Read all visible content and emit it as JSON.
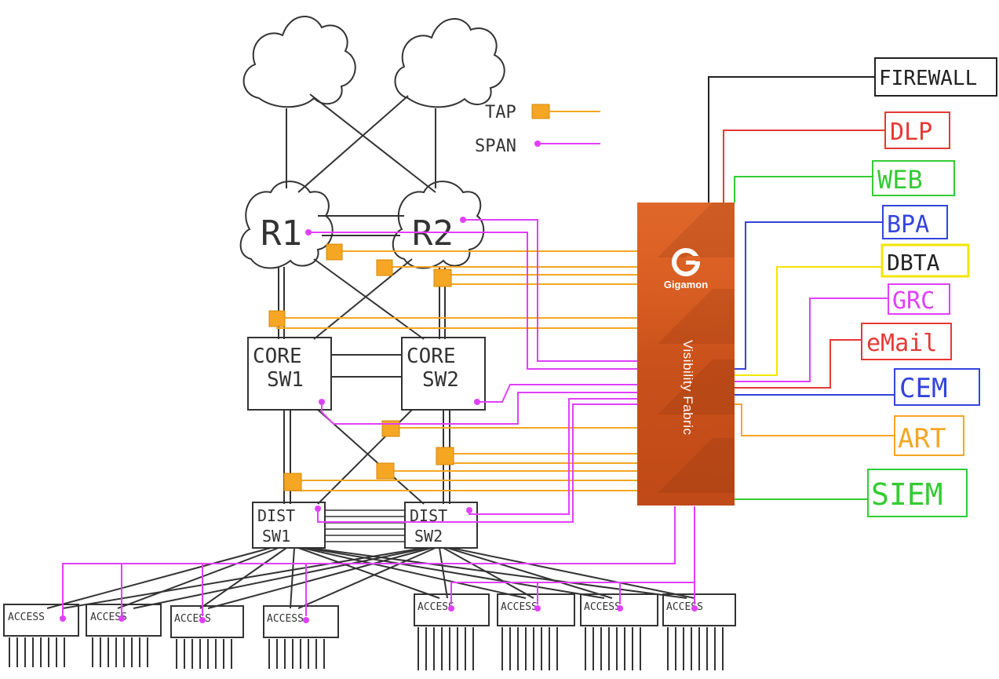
{
  "legend": {
    "tap_label": "TAP",
    "span_label": "SPAN"
  },
  "routers": [
    {
      "label": "R1"
    },
    {
      "label": "R2"
    }
  ],
  "core_switches": [
    {
      "line1": "CORE",
      "line2": "SW1"
    },
    {
      "line1": "CORE",
      "line2": "SW2"
    }
  ],
  "dist_switches": [
    {
      "line1": "DIST",
      "line2": "SW1"
    },
    {
      "line1": "DIST",
      "line2": "SW2"
    }
  ],
  "access_switches": [
    {
      "label": "ACCESS"
    },
    {
      "label": "ACCESS"
    },
    {
      "label": "ACCESS"
    },
    {
      "label": "ACCESS"
    },
    {
      "label": "ACCESS"
    },
    {
      "label": "ACCESS"
    },
    {
      "label": "ACCESS"
    },
    {
      "label": "ACCESS"
    }
  ],
  "gigamon": {
    "brand": "Gigamon",
    "product": "Visibility Fabric"
  },
  "tools": [
    {
      "label": "FIREWALL",
      "color": "#222222"
    },
    {
      "label": "DLP",
      "color": "#e53935"
    },
    {
      "label": "WEB",
      "color": "#33cc33"
    },
    {
      "label": "BPA",
      "color": "#3344dd"
    },
    {
      "label": "DBTA",
      "color": "#f2e600"
    },
    {
      "label": "GRC",
      "color": "#e040fb"
    },
    {
      "label": "eMail",
      "color": "#e53935"
    },
    {
      "label": "CEM",
      "color": "#3344dd"
    },
    {
      "label": "ART",
      "color": "#f5a623"
    },
    {
      "label": "SIEM",
      "color": "#33cc33"
    }
  ],
  "colors": {
    "tap": "#f5a623",
    "span": "#e040fb",
    "wire": "#333333",
    "brand": "#e0672a"
  }
}
